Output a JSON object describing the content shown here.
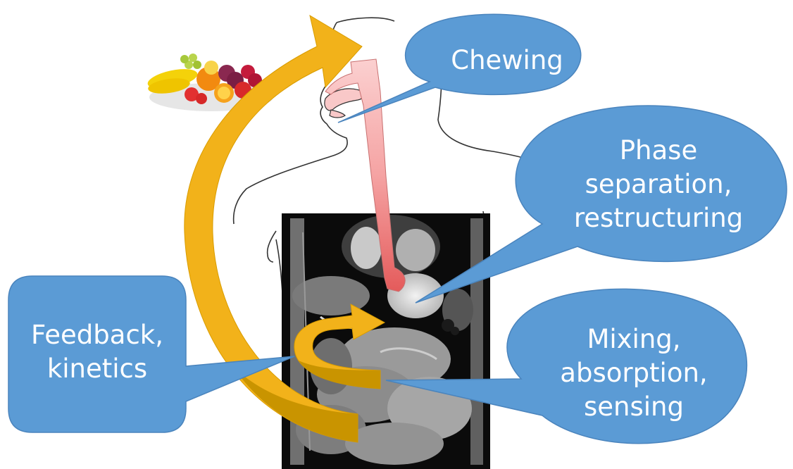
{
  "diagram": {
    "callouts": {
      "chewing": {
        "lines": [
          "Chewing"
        ]
      },
      "phase": {
        "lines": [
          "Phase",
          "separation,",
          "restructuring"
        ]
      },
      "mixing": {
        "lines": [
          "Mixing,",
          "absorption,",
          "sensing"
        ]
      },
      "feedback": {
        "lines": [
          "Feedback,",
          "kinetics"
        ]
      }
    },
    "colors": {
      "callout_fill": "#5b9bd5",
      "callout_stroke": "#4a84bd",
      "callout_text": "#ffffff",
      "arrow_gold": "#f2b21a",
      "arrow_gold_dark": "#c99400",
      "esophagus": "#f7a8a8",
      "outline": "#333333",
      "scan_background": "#0a0a0a"
    },
    "icons": [
      "fruit-basket-icon",
      "mri-abdomen-scan-image",
      "body-outline",
      "esophagus-tube"
    ]
  }
}
